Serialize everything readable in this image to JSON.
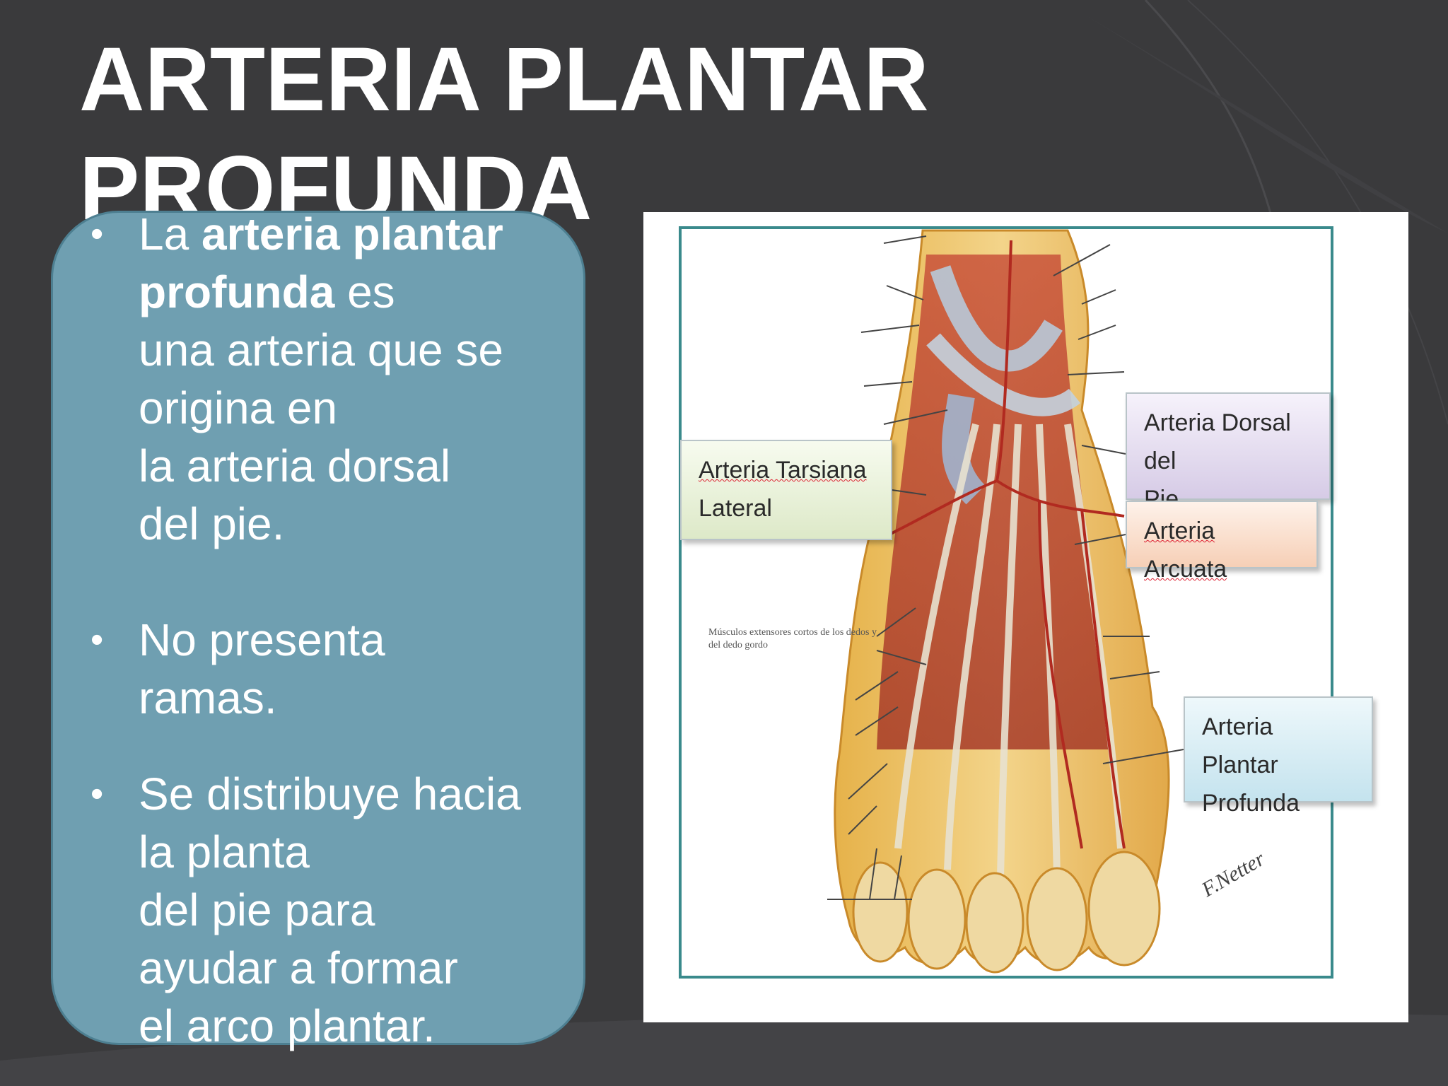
{
  "slide": {
    "title_line1": "ARTERIA PLANTAR",
    "title_line2": "PROFUNDA"
  },
  "bullets": [
    {
      "prefix": "La ",
      "bold1": "arteria plantar",
      "bold2": "profunda",
      "suffix": " es",
      "lines": [
        "una arteria que se",
        "origina en",
        "la arteria dorsal",
        "del pie."
      ]
    },
    {
      "lines": [
        "No presenta",
        "ramas."
      ]
    },
    {
      "lines": [
        "Se distribuye hacia",
        "la planta",
        "del pie para",
        "ayudar a formar",
        "el arco plantar."
      ]
    }
  ],
  "figure": {
    "callouts": {
      "tarsiana": [
        "Arteria Tarsiana",
        "Lateral"
      ],
      "dorsal": [
        "Arteria Dorsal del",
        "Pie"
      ],
      "arcuata": [
        "Arteria Arcuata"
      ],
      "plantar": [
        "Arteria Plantar",
        "Profunda"
      ]
    },
    "muscle_label": "Músculos extensores cortos de los dedos y del dedo gordo",
    "signature": "F.Netter"
  },
  "colors": {
    "background": "#3a3a3c",
    "panel": "#6f9fb1",
    "text": "#ffffff"
  }
}
